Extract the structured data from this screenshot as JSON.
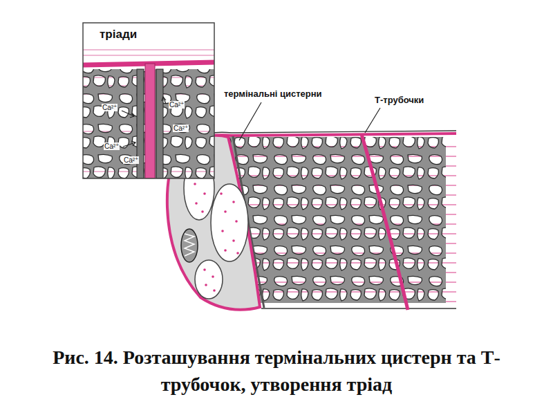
{
  "diagram": {
    "caption": "Рис. 14. Розташування термінальних цистерн та Т- трубочок, утворення тріад",
    "nodes": [
      {
        "text": [
          "тріади"
        ]
      }
    ],
    "labels": [
      "термінальні цистерни",
      "Т-трубочки",
      "Ca²⁺",
      "Ca²⁺",
      "Ca²⁺",
      "Ca²⁺",
      "Ca²⁺"
    ]
  }
}
